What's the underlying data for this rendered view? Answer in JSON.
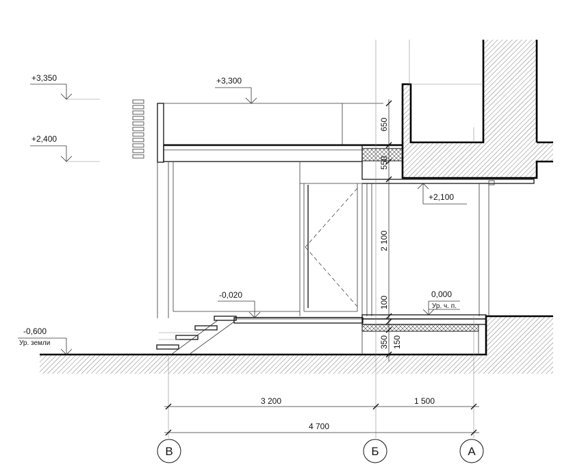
{
  "levels": {
    "l3350": "+3,350",
    "l3300": "+3,300",
    "l2400": "+2,400",
    "l2100": "+2,100",
    "lm020": "-0,020",
    "l0000": "0,000",
    "l0000_note": "Ур. ч. п.",
    "lm600": "-0,600",
    "lm600_note": "Ур. земли"
  },
  "vertical_dims": {
    "d650": "650",
    "d550": "550",
    "d2100": "2 100",
    "d100": "100",
    "d350": "350",
    "d150": "150"
  },
  "horizontal_dims": {
    "d3200": "3 200",
    "d1500": "1 500",
    "d4700": "4 700"
  },
  "axes": {
    "v": "В",
    "b": "Б",
    "a": "А"
  },
  "colors": {
    "line": "#111111",
    "hatch": "#555555",
    "background": "#ffffff"
  }
}
